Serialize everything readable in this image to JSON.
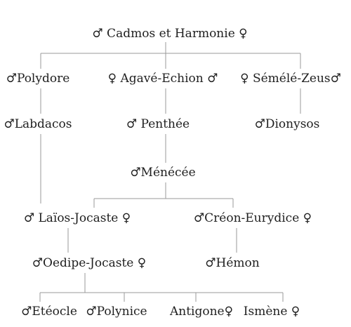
{
  "tree": {
    "nodes": [
      {
        "id": "cadmos-harmonie",
        "text": "♂  Cadmos et Harmonie  ♀"
      },
      {
        "id": "polydore",
        "text": "♂Polydore"
      },
      {
        "id": "agave-echion",
        "text": "♀ Agavé-Echion  ♂"
      },
      {
        "id": "semele-zeus",
        "text": "♀ Sémélé-Zeus♂"
      },
      {
        "id": "labdacos",
        "text": "♂Labdacos"
      },
      {
        "id": "penthee",
        "text": "♂ Penthée"
      },
      {
        "id": "dionysos",
        "text": "♂Dionysos"
      },
      {
        "id": "menecee",
        "text": "♂Ménécée"
      },
      {
        "id": "laios-jocaste",
        "text": "♂ Laïos-Jocaste  ♀"
      },
      {
        "id": "creon-eurydice",
        "text": "♂Créon-Eurydice    ♀"
      },
      {
        "id": "oedipe-jocaste",
        "text": "♂Oedipe-Jocaste  ♀"
      },
      {
        "id": "hemon",
        "text": "♂Hémon"
      },
      {
        "id": "eteocle",
        "text": "♂Etéocle"
      },
      {
        "id": "polynice",
        "text": "♂Polynice"
      },
      {
        "id": "antigone",
        "text": "Antigone♀"
      },
      {
        "id": "ismene",
        "text": "Ismène   ♀"
      }
    ],
    "edges": [
      {
        "from": "cadmos-harmonie",
        "to": "polydore"
      },
      {
        "from": "cadmos-harmonie",
        "to": "agave-echion"
      },
      {
        "from": "cadmos-harmonie",
        "to": "semele-zeus"
      },
      {
        "from": "polydore",
        "to": "labdacos"
      },
      {
        "from": "agave-echion",
        "to": "penthee"
      },
      {
        "from": "semele-zeus",
        "to": "dionysos"
      },
      {
        "from": "labdacos",
        "to": "laios-jocaste"
      },
      {
        "from": "penthee",
        "to": "menecee"
      },
      {
        "from": "menecee",
        "to": "laios-jocaste"
      },
      {
        "from": "menecee",
        "to": "creon-eurydice"
      },
      {
        "from": "laios-jocaste",
        "to": "oedipe-jocaste"
      },
      {
        "from": "creon-eurydice",
        "to": "hemon"
      },
      {
        "from": "oedipe-jocaste",
        "to": "eteocle"
      },
      {
        "from": "oedipe-jocaste",
        "to": "polynice"
      },
      {
        "from": "oedipe-jocaste",
        "to": "antigone"
      },
      {
        "from": "oedipe-jocaste",
        "to": "ismene"
      }
    ],
    "line_color": "#9a9a9a",
    "text_color": "#1f1f1f"
  }
}
